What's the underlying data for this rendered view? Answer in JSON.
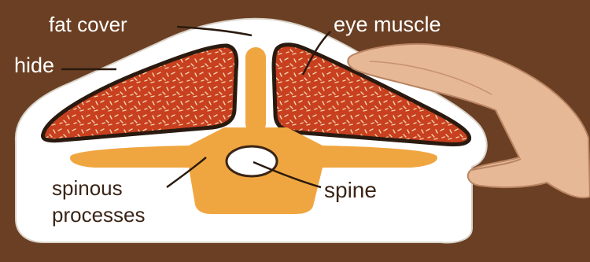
{
  "labels": {
    "fat_cover": "fat cover",
    "eye_muscle": "eye muscle",
    "hide": "hide",
    "spinous_line1": "spinous",
    "spinous_line2": "processes",
    "spine": "spine"
  },
  "icons": {
    "hand": "hand-icon"
  },
  "colors": {
    "background": "#6b3f23",
    "hide": "#ffffff",
    "muscle": "#c8401f",
    "muscle_outline": "#2a1a10",
    "bone": "#f0a640",
    "label_light": "#ffffff",
    "label_dark": "#3a2516"
  }
}
